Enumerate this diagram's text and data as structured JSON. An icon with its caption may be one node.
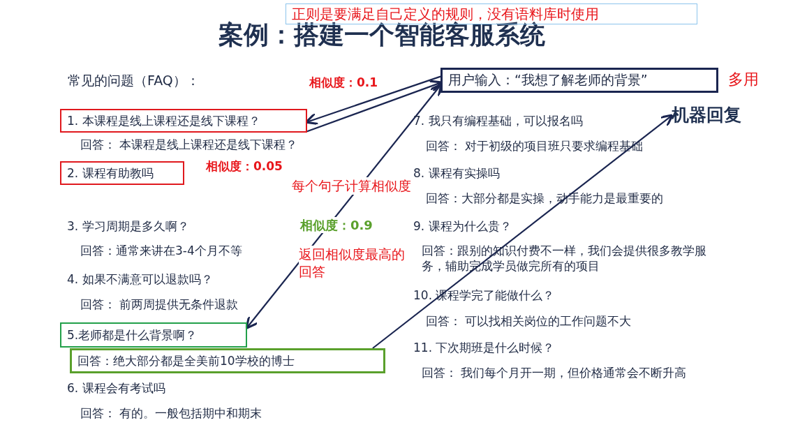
{
  "diagram": {
    "title": "案例：搭建一个智能客服系统",
    "nodes": [
      {
        "text": [
          "用户输入：“我想了解老师的背景”"
        ],
        "beside": [
          "多用"
        ]
      },
      {
        "text": [
          "1. 本课程是线上课程还是线下课程？"
        ]
      },
      {
        "text": [
          "2. 课程有助教吗"
        ]
      },
      {
        "text": [
          "5.老师都是什么背景啊？"
        ]
      },
      {
        "text": [
          "回答：绝大部分都是全美前10学校的博士"
        ]
      },
      {
        "text": [
          "机器回复"
        ]
      },
      {
        "text": [
          "正则是要满足自己定义的规则，没有语料库时使用"
        ]
      }
    ],
    "edges": [
      {
        "from": 0,
        "to": 1,
        "arrow": "to"
      },
      {
        "from": 1,
        "to": 0,
        "arrow": "to"
      },
      {
        "from": 0,
        "to": 3,
        "arrow": "both"
      },
      {
        "from": 4,
        "to": 5,
        "arrow": "to"
      }
    ],
    "labels": [
      "常见的问题（FAQ）：",
      "相似度：0.1",
      "回答： 本课程是线上课程还是线下课程？",
      "相似度：0.05",
      "每个句子计算相似度",
      "3. 学习周期是多久啊？",
      "相似度：0.9",
      "回答：通常来讲在3-4个月不等",
      "返回相似度最高的回答",
      "4. 如果不满意可以退款吗？",
      "回答： 前两周提供无条件退款",
      "6. 课程会有考试吗",
      "回答： 有的。一般包括期中和期末",
      "7. 我只有编程基础，可以报名吗",
      "回答： 对于初级的项目班只要求编程基础",
      "8. 课程有实操吗",
      "回答：大部分都是实操，动手能力是最重要的",
      "9. 课程为什么贵？",
      "回答：跟别的知识付费不一样，我们会提供很多教学服务，辅助完成学员做完所有的项目",
      "10. 课程学完了能做什么？",
      "回答： 可以找相关岗位的工作问题不大",
      "11. 下次期班是什么时候？",
      "回答： 我们每个月开一期，但价格通常会不断升高"
    ]
  }
}
